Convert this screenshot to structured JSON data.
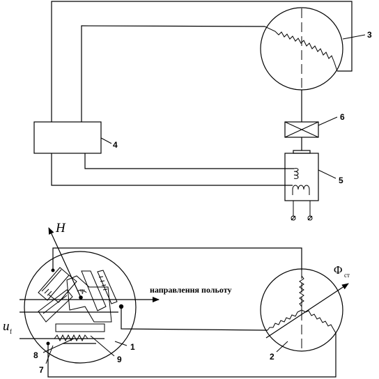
{
  "labels": {
    "n1": "1",
    "n2": "2",
    "n3": "3",
    "n4": "4",
    "n5": "5",
    "n6": "6",
    "n7": "7",
    "n8": "8",
    "n9": "9",
    "H": "H",
    "uf_main": "u",
    "uf_sub": "f",
    "phi_main": "Φ",
    "phi_sub": "ст",
    "direction": "направлення польоту",
    "psi": "Ψ"
  }
}
